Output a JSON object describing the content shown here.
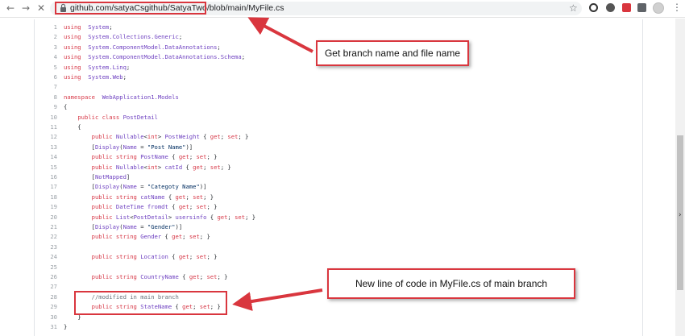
{
  "browser": {
    "url": "github.com/satyaCsgithub/SatyaTwo/blob/main/MyFile.cs"
  },
  "code": {
    "lines": [
      {
        "n": "1",
        "segs": [
          [
            "kw",
            "using"
          ],
          [
            "",
            "  "
          ],
          [
            "ent",
            "System"
          ],
          [
            "",
            ";"
          ]
        ]
      },
      {
        "n": "2",
        "segs": [
          [
            "kw",
            "using"
          ],
          [
            "",
            "  "
          ],
          [
            "ent",
            "System.Collections.Generic"
          ],
          [
            "",
            ";"
          ]
        ]
      },
      {
        "n": "3",
        "segs": [
          [
            "kw",
            "using"
          ],
          [
            "",
            "  "
          ],
          [
            "ent",
            "System.ComponentModel.DataAnnotations"
          ],
          [
            "",
            ";"
          ]
        ]
      },
      {
        "n": "4",
        "segs": [
          [
            "kw",
            "using"
          ],
          [
            "",
            "  "
          ],
          [
            "ent",
            "System.ComponentModel.DataAnnotations.Schema"
          ],
          [
            "",
            ";"
          ]
        ]
      },
      {
        "n": "5",
        "segs": [
          [
            "kw",
            "using"
          ],
          [
            "",
            "  "
          ],
          [
            "ent",
            "System.Linq"
          ],
          [
            "",
            ";"
          ]
        ]
      },
      {
        "n": "6",
        "segs": [
          [
            "kw",
            "using"
          ],
          [
            "",
            "  "
          ],
          [
            "ent",
            "System.Web"
          ],
          [
            "",
            ";"
          ]
        ]
      },
      {
        "n": "7",
        "segs": []
      },
      {
        "n": "8",
        "segs": [
          [
            "kw",
            "namespace"
          ],
          [
            "",
            "  "
          ],
          [
            "ent",
            "WebApplication1.Models"
          ]
        ]
      },
      {
        "n": "9",
        "segs": [
          [
            "",
            "{"
          ]
        ]
      },
      {
        "n": "10",
        "segs": [
          [
            "",
            "    "
          ],
          [
            "kw",
            "public"
          ],
          [
            "",
            " "
          ],
          [
            "kw",
            "class"
          ],
          [
            "",
            " "
          ],
          [
            "ent",
            "PostDetail"
          ]
        ]
      },
      {
        "n": "11",
        "segs": [
          [
            "",
            "    {"
          ]
        ]
      },
      {
        "n": "12",
        "segs": [
          [
            "",
            "        "
          ],
          [
            "kw",
            "public"
          ],
          [
            "",
            " "
          ],
          [
            "ent",
            "Nullable"
          ],
          [
            "",
            "<"
          ],
          [
            "kw",
            "int"
          ],
          [
            "",
            "> "
          ],
          [
            "ent",
            "PostWeight"
          ],
          [
            "",
            " { "
          ],
          [
            "kw",
            "get"
          ],
          [
            "",
            "; "
          ],
          [
            "kw",
            "set"
          ],
          [
            "",
            "; }"
          ]
        ]
      },
      {
        "n": "13",
        "segs": [
          [
            "",
            "        ["
          ],
          [
            "ent",
            "Display"
          ],
          [
            "",
            "("
          ],
          [
            "ent",
            "Name"
          ],
          [
            "",
            " = "
          ],
          [
            "str",
            "\"Post Name\""
          ],
          [
            "",
            ")]"
          ]
        ]
      },
      {
        "n": "14",
        "segs": [
          [
            "",
            "        "
          ],
          [
            "kw",
            "public"
          ],
          [
            "",
            " "
          ],
          [
            "kw",
            "string"
          ],
          [
            "",
            " "
          ],
          [
            "ent",
            "PostName"
          ],
          [
            "",
            " { "
          ],
          [
            "kw",
            "get"
          ],
          [
            "",
            "; "
          ],
          [
            "kw",
            "set"
          ],
          [
            "",
            "; }"
          ]
        ]
      },
      {
        "n": "15",
        "segs": [
          [
            "",
            "        "
          ],
          [
            "kw",
            "public"
          ],
          [
            "",
            " "
          ],
          [
            "ent",
            "Nullable"
          ],
          [
            "",
            "<"
          ],
          [
            "kw",
            "int"
          ],
          [
            "",
            "> "
          ],
          [
            "ent",
            "catId"
          ],
          [
            "",
            " { "
          ],
          [
            "kw",
            "get"
          ],
          [
            "",
            "; "
          ],
          [
            "kw",
            "set"
          ],
          [
            "",
            "; }"
          ]
        ]
      },
      {
        "n": "16",
        "segs": [
          [
            "",
            "        ["
          ],
          [
            "ent",
            "NotMapped"
          ],
          [
            "",
            "]"
          ]
        ]
      },
      {
        "n": "17",
        "segs": [
          [
            "",
            "        ["
          ],
          [
            "ent",
            "Display"
          ],
          [
            "",
            "("
          ],
          [
            "ent",
            "Name"
          ],
          [
            "",
            " = "
          ],
          [
            "str",
            "\"Categoty Name\""
          ],
          [
            "",
            ")]"
          ]
        ]
      },
      {
        "n": "18",
        "segs": [
          [
            "",
            "        "
          ],
          [
            "kw",
            "public"
          ],
          [
            "",
            " "
          ],
          [
            "kw",
            "string"
          ],
          [
            "",
            " "
          ],
          [
            "ent",
            "catName"
          ],
          [
            "",
            " { "
          ],
          [
            "kw",
            "get"
          ],
          [
            "",
            "; "
          ],
          [
            "kw",
            "set"
          ],
          [
            "",
            "; }"
          ]
        ]
      },
      {
        "n": "19",
        "segs": [
          [
            "",
            "        "
          ],
          [
            "kw",
            "public"
          ],
          [
            "",
            " "
          ],
          [
            "ent",
            "DateTime"
          ],
          [
            "",
            " "
          ],
          [
            "ent",
            "fromdt"
          ],
          [
            "",
            " { "
          ],
          [
            "kw",
            "get"
          ],
          [
            "",
            "; "
          ],
          [
            "kw",
            "set"
          ],
          [
            "",
            "; }"
          ]
        ]
      },
      {
        "n": "20",
        "segs": [
          [
            "",
            "        "
          ],
          [
            "kw",
            "public"
          ],
          [
            "",
            " "
          ],
          [
            "ent",
            "List"
          ],
          [
            "",
            "<"
          ],
          [
            "ent",
            "PostDetail"
          ],
          [
            "",
            "> "
          ],
          [
            "ent",
            "usersinfo"
          ],
          [
            "",
            " { "
          ],
          [
            "kw",
            "get"
          ],
          [
            "",
            "; "
          ],
          [
            "kw",
            "set"
          ],
          [
            "",
            "; }"
          ]
        ]
      },
      {
        "n": "21",
        "segs": [
          [
            "",
            "        ["
          ],
          [
            "ent",
            "Display"
          ],
          [
            "",
            "("
          ],
          [
            "ent",
            "Name"
          ],
          [
            "",
            " = "
          ],
          [
            "str",
            "\"Gender\""
          ],
          [
            "",
            ")]"
          ]
        ]
      },
      {
        "n": "22",
        "segs": [
          [
            "",
            "        "
          ],
          [
            "kw",
            "public"
          ],
          [
            "",
            " "
          ],
          [
            "kw",
            "string"
          ],
          [
            "",
            " "
          ],
          [
            "ent",
            "Gender"
          ],
          [
            "",
            " { "
          ],
          [
            "kw",
            "get"
          ],
          [
            "",
            "; "
          ],
          [
            "kw",
            "set"
          ],
          [
            "",
            "; }"
          ]
        ]
      },
      {
        "n": "23",
        "segs": []
      },
      {
        "n": "24",
        "segs": [
          [
            "",
            "        "
          ],
          [
            "kw",
            "public"
          ],
          [
            "",
            " "
          ],
          [
            "kw",
            "string"
          ],
          [
            "",
            " "
          ],
          [
            "ent",
            "Location"
          ],
          [
            "",
            " { "
          ],
          [
            "kw",
            "get"
          ],
          [
            "",
            "; "
          ],
          [
            "kw",
            "set"
          ],
          [
            "",
            "; }"
          ]
        ]
      },
      {
        "n": "25",
        "segs": []
      },
      {
        "n": "26",
        "segs": [
          [
            "",
            "        "
          ],
          [
            "kw",
            "public"
          ],
          [
            "",
            " "
          ],
          [
            "kw",
            "string"
          ],
          [
            "",
            " "
          ],
          [
            "ent",
            "CountryName"
          ],
          [
            "",
            " { "
          ],
          [
            "kw",
            "get"
          ],
          [
            "",
            "; "
          ],
          [
            "kw",
            "set"
          ],
          [
            "",
            "; }"
          ]
        ]
      },
      {
        "n": "27",
        "segs": []
      },
      {
        "n": "28",
        "segs": [
          [
            "",
            "        "
          ],
          [
            "cmt",
            "//modified in main branch"
          ]
        ]
      },
      {
        "n": "29",
        "segs": [
          [
            "",
            "        "
          ],
          [
            "kw",
            "public"
          ],
          [
            "",
            " "
          ],
          [
            "kw",
            "string"
          ],
          [
            "",
            " "
          ],
          [
            "ent",
            "StateName"
          ],
          [
            "",
            " { "
          ],
          [
            "kw",
            "get"
          ],
          [
            "",
            "; "
          ],
          [
            "kw",
            "set"
          ],
          [
            "",
            "; }"
          ]
        ]
      },
      {
        "n": "30",
        "segs": [
          [
            "",
            "    }"
          ]
        ]
      },
      {
        "n": "31",
        "segs": [
          [
            "",
            "}"
          ]
        ]
      }
    ]
  },
  "annotations": {
    "callout_1": "Get branch name and file name",
    "callout_2": "New line of code in MyFile.cs of main branch"
  },
  "colors": {
    "highlight": "#d9363e",
    "keyword": "#d73a49",
    "entity": "#6f42c1",
    "string": "#032f62",
    "comment": "#6a737d"
  },
  "icons": [
    "back-arrow-icon",
    "forward-arrow-icon",
    "close-icon",
    "lock-icon",
    "star-icon",
    "extension-icon",
    "profile-avatar",
    "menu-kebab-icon"
  ]
}
